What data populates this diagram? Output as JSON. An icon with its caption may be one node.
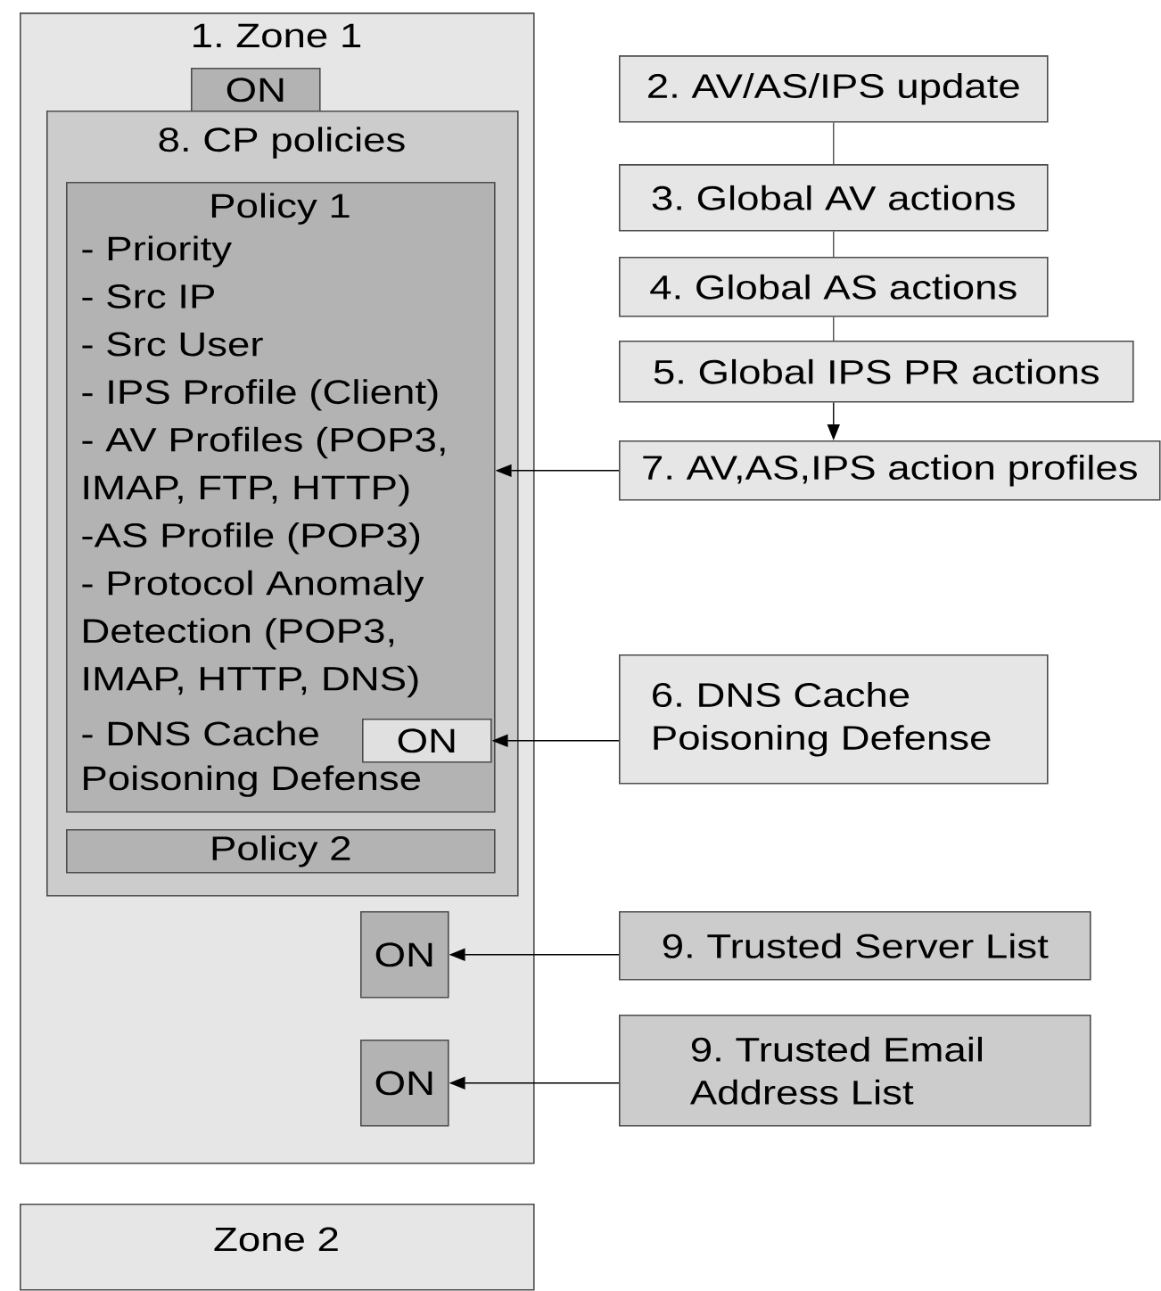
{
  "diagram": {
    "nodes": [
      {
        "text": [
          "1. Zone 1"
        ]
      },
      {
        "text": [
          "ON"
        ],
        "in": 0
      },
      {
        "text": [
          "8. CP policies"
        ],
        "in": 0
      },
      {
        "text": [
          "Policy 1",
          "- Priority",
          "- Src IP",
          "- Src User",
          "- IPS Profile (Client)",
          "- AV Profiles (POP3, IMAP, FTP, HTTP)",
          "-AS Profile (POP3)",
          "- Protocol Anomaly Detection (POP3, IMAP, HTTP, DNS)",
          "- DNS Cache Poisoning Defense"
        ],
        "in": 2
      },
      {
        "text": [
          "ON"
        ],
        "in": 3
      },
      {
        "text": [
          "Policy 2"
        ],
        "in": 2
      },
      {
        "text": [
          "ON"
        ],
        "in": 0
      },
      {
        "text": [
          "ON"
        ],
        "in": 0
      },
      {
        "text": [
          "Zone 2"
        ]
      },
      {
        "text": [
          "2. AV/AS/IPS update"
        ]
      },
      {
        "text": [
          "3. Global AV actions"
        ]
      },
      {
        "text": [
          "4. Global AS actions"
        ]
      },
      {
        "text": [
          "5. Global IPS PR actions"
        ]
      },
      {
        "text": [
          "7. AV,AS,IPS action profiles"
        ]
      },
      {
        "text": [
          "6. DNS Cache Poisoning Defense"
        ]
      },
      {
        "text": [
          "9. Trusted Server List"
        ]
      },
      {
        "text": [
          "9. Trusted Email Address List"
        ]
      }
    ],
    "edges": [
      {
        "from": 9,
        "to": 10,
        "arrow": "none"
      },
      {
        "from": 10,
        "to": 11,
        "arrow": "none"
      },
      {
        "from": 11,
        "to": 12,
        "arrow": "none"
      },
      {
        "from": 12,
        "to": 13,
        "arrow": "to"
      },
      {
        "from": 13,
        "to": 3,
        "arrow": "to"
      },
      {
        "from": 14,
        "to": 4,
        "arrow": "to"
      },
      {
        "from": 15,
        "to": 6,
        "arrow": "to"
      },
      {
        "from": 16,
        "to": 7,
        "arrow": "to"
      }
    ]
  }
}
